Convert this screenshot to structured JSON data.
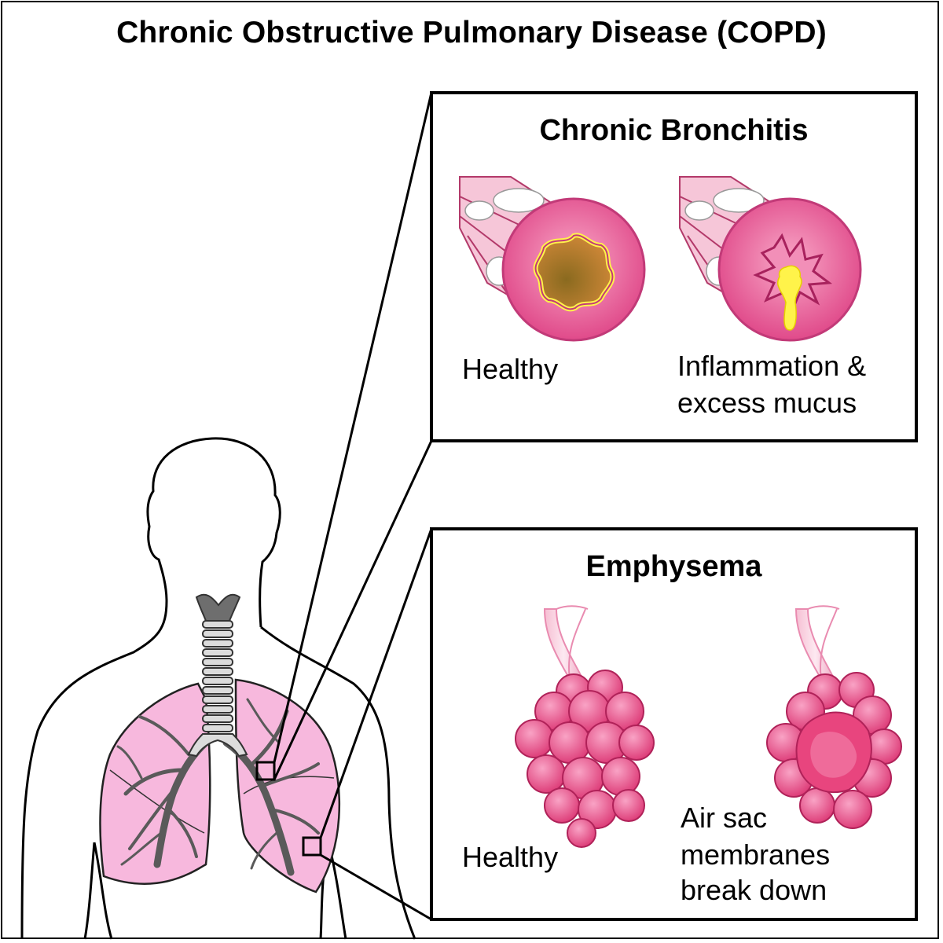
{
  "title": "Chronic Obstructive Pulmonary Disease (COPD)",
  "bronchitis": {
    "heading": "Chronic Bronchitis",
    "healthy_label": "Healthy",
    "diseased_label_line1": "Inflammation &",
    "diseased_label_line2": "excess mucus"
  },
  "emphysema": {
    "heading": "Emphysema",
    "healthy_label": "Healthy",
    "diseased_label_line1": "Air sac",
    "diseased_label_line2": "membranes",
    "diseased_label_line3": "break down"
  },
  "colors": {
    "lung_fill": "#f7b8dd",
    "airway_pink": "#e4508f",
    "alveoli_pink": "#e8457e",
    "mucus_yellow": "#fff34a",
    "trachea_gray": "#6e6e6e"
  }
}
